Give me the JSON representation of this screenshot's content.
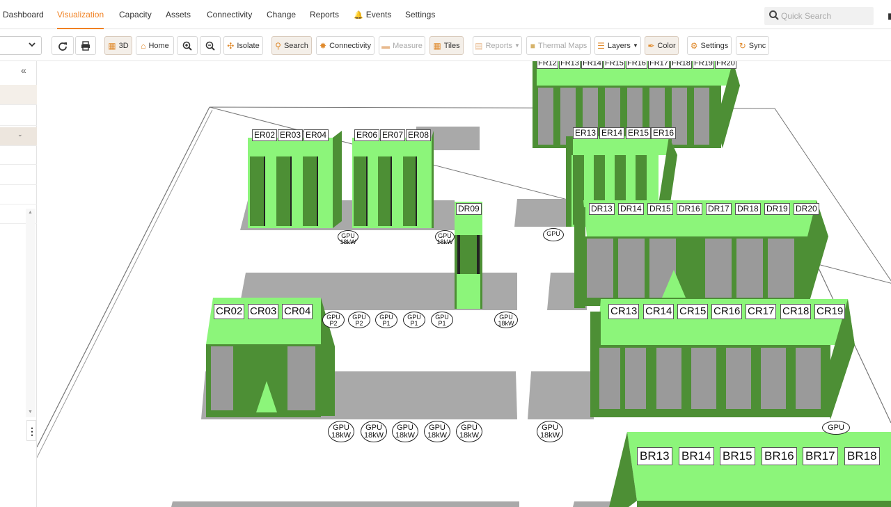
{
  "nav": {
    "items": [
      {
        "label": "Dashboard",
        "active": false
      },
      {
        "label": "Visualization",
        "active": true
      },
      {
        "label": "Capacity",
        "active": false
      },
      {
        "label": "Assets",
        "active": false
      },
      {
        "label": "Connectivity",
        "active": false
      },
      {
        "label": "Change",
        "active": false
      },
      {
        "label": "Reports",
        "active": false
      },
      {
        "label": "Events",
        "active": false
      },
      {
        "label": "Settings",
        "active": false
      }
    ],
    "quick_search_placeholder": "Quick Search",
    "accent": "#f08122"
  },
  "toolbar": {
    "btn_3d": "3D",
    "home": "Home",
    "isolate": "Isolate",
    "search": "Search",
    "connectivity": "Connectivity",
    "measure": "Measure",
    "tiles": "Tiles",
    "reports": "Reports",
    "thermal_maps": "Thermal Maps",
    "layers": "Layers",
    "color": "Color",
    "settings": "Settings",
    "sync": "Sync"
  },
  "scene": {
    "colors": {
      "rack_top": "#8cf57a",
      "rack_side": "#4d8f35",
      "floor": "#a9a9a9"
    },
    "fr_row": [
      "FR12",
      "FR13",
      "FR14",
      "FR15",
      "FR16",
      "FR17",
      "FR18",
      "FR19",
      "FR20"
    ],
    "er_row_a": [
      "ER02",
      "ER03",
      "ER04"
    ],
    "er_row_b": [
      "ER06",
      "ER07",
      "ER08"
    ],
    "er_row_c": [
      "ER13",
      "ER14",
      "ER15",
      "ER16"
    ],
    "dr09": "DR09",
    "dr_row": [
      "DR13",
      "DR14",
      "DR15",
      "DR16",
      "DR17",
      "DR18",
      "DR19",
      "DR20"
    ],
    "cr_row_a": [
      "CR02",
      "CR03",
      "CR04"
    ],
    "cr_row_b": [
      "CR13",
      "CR14",
      "CR15",
      "CR16",
      "CR17",
      "CR18",
      "CR19"
    ],
    "br_row": [
      "BR13",
      "BR14",
      "BR15",
      "BR16",
      "BR17",
      "BR18"
    ],
    "gpu_p2": "GPU P2",
    "gpu_p1": "GPU P1",
    "gpu_18kw": "GPU 18kW",
    "gpu": "GPU"
  }
}
